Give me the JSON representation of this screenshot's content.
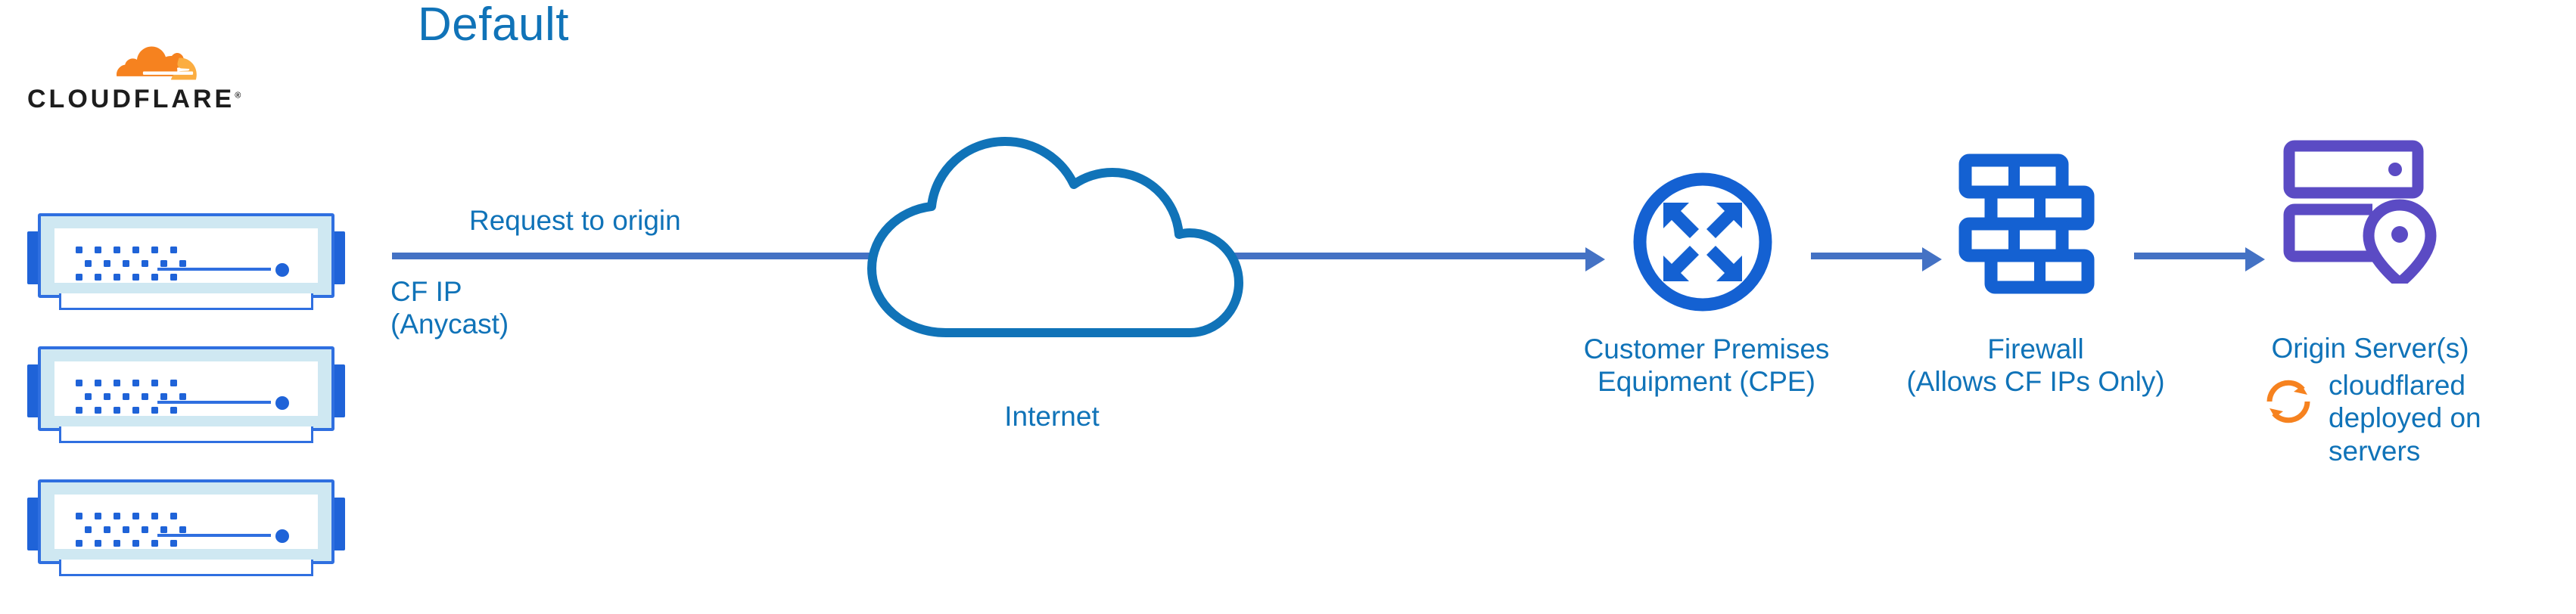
{
  "diagram": {
    "title": "Default",
    "accent_blue": "#1073B8",
    "arrow_blue": "#4472C4",
    "node_blue": "#1F63D8",
    "origin_purple": "#5B4BC4",
    "cloudflare_orange": "#F6821F"
  },
  "brand": {
    "wordmark": "CLOUDFLARE",
    "registered_mark": "®",
    "mark_icon": "cloudflare-cloud-logo-icon"
  },
  "racks": [
    {
      "name": "cloudflare-edge-server-1"
    },
    {
      "name": "cloudflare-edge-server-2"
    },
    {
      "name": "cloudflare-edge-server-3"
    }
  ],
  "flow": {
    "request_label": "Request to origin",
    "cf_ip_line1": "CF IP",
    "cf_ip_line2": "(Anycast)"
  },
  "nodes": {
    "internet": {
      "label": "Internet",
      "icon": "cloud-icon"
    },
    "cpe": {
      "label_line1": "Customer Premises",
      "label_line2": "Equipment (CPE)",
      "icon": "router-four-arrows-icon"
    },
    "firewall": {
      "label_line1": "Firewall",
      "label_line2": "(Allows CF IPs Only)",
      "icon": "brick-wall-icon"
    },
    "origin": {
      "label": "Origin Server(s)",
      "icon": "server-stack-location-pin-icon"
    }
  },
  "annotation": {
    "cloudflared_line1": "cloudflared",
    "cloudflared_line2": "deployed on",
    "cloudflared_line3": "servers",
    "icon": "sync-arrows-icon"
  }
}
